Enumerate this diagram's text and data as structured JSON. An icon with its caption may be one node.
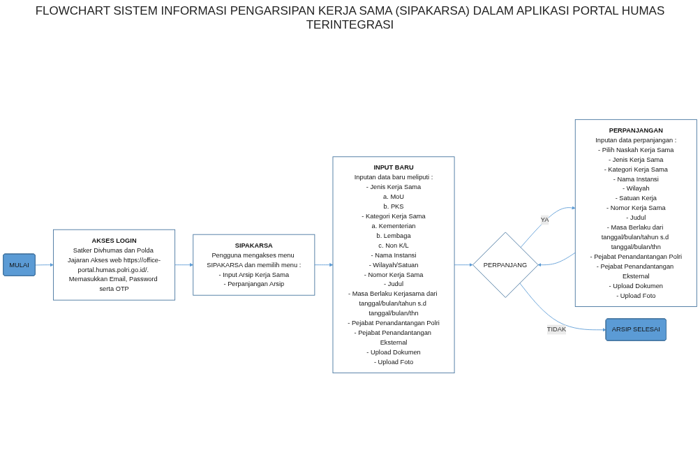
{
  "diagram": {
    "title": "FLOWCHART SISTEM INFORMASI PENGARSIPAN KERJA SAMA (SIPAKARSA) DALAM APLIKASI PORTAL HUMAS TERINTEGRASI",
    "nodes": [
      {
        "text": [
          "MULAI"
        ]
      },
      {
        "text": [
          "AKSES LOGIN",
          "Satker Divhumas dan Polda Jajaran Akses web https://office-portal.humas.polri.go.id/. Memasukkan Email, Password serta OTP"
        ]
      },
      {
        "text": [
          "SIPAKARSA",
          "Pengguna mengakses menu SIPAKARSA dan memilih menu :",
          "- Input Arsip Kerja Sama",
          "- Perpanjangan Arsip"
        ]
      },
      {
        "text": [
          "INPUT BARU",
          "Inputan data baru meliputi :",
          "- Jenis Kerja Sama",
          "a. MoU",
          "b. PKS",
          "- Kategori Kerja Sama",
          "a. Kementerian",
          "b. Lembaga",
          "c. Non K/L",
          "- Nama Instansi",
          "- Wilayah/Satuan",
          "- Nomor Kerja Sama",
          "- Judul",
          "- Masa Berlaku Kerjasama dari tanggal/bulan/tahun s.d tanggal/bulan/thn",
          "- Pejabat Penandantangan Polri",
          "- Pejabat Penandantangan Eksternal",
          "- Upload Dokumen",
          "- Upload Foto"
        ]
      },
      {
        "text": [
          "PERPANJANGAN",
          "Inputan data perpanjangan :",
          "- Pilih Naskah Kerja Sama",
          "- Jenis Kerja Sama",
          "- Kategori Kerja Sama",
          "- Nama Instansi",
          "- Wilayah",
          "- Satuan Kerja",
          "- Nomor Kerja Sama",
          "- Judul",
          "- Masa Berlaku dari tanggal/bulan/tahun s.d tanggal/bulan/thn",
          "- Pejabat Penandantangan Polri",
          "- Pejabat Penandantangan Eksternal",
          "- Upload Dokumen",
          "- Upload Foto"
        ]
      },
      {
        "text": [
          "PERPANJANG"
        ]
      },
      {
        "text": [
          "ARSIP SELESAI"
        ]
      }
    ],
    "edges": [
      {
        "from": 0,
        "to": 1,
        "arrow": "to"
      },
      {
        "from": 1,
        "to": 2,
        "arrow": "to"
      },
      {
        "from": 2,
        "to": 3,
        "arrow": "to"
      },
      {
        "from": 3,
        "to": 5,
        "arrow": "to"
      },
      {
        "from": 5,
        "to": 4,
        "arrow": "to",
        "label": "YA"
      },
      {
        "from": 4,
        "to": 5,
        "arrow": "to"
      },
      {
        "from": 5,
        "to": 6,
        "arrow": "to",
        "label": "TIDAK"
      }
    ]
  }
}
